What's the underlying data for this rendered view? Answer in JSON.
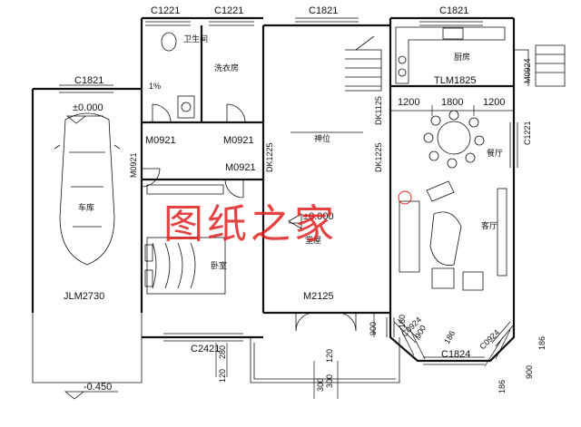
{
  "window_labels": {
    "top_1": "C1221",
    "top_2": "C1221",
    "top_3": "C1821",
    "top_4": "C1821",
    "garage_top": "C1821",
    "right_side": "C1221",
    "kitchen_side": "M0924",
    "bottom_bedroom": "C2421",
    "bay_left": "C0924",
    "bay_front": "C1824",
    "bay_right": "C0924"
  },
  "door_labels": {
    "garage_door": "JLM2730",
    "bath_door": "M0921",
    "laundry_door": "M0921",
    "garage_side_door": "M0921",
    "bedroom_door": "M0921",
    "entry_door": "M2125",
    "kitchen_door": "TLM1825",
    "opening_1": "DK1125",
    "opening_2": "DK1225",
    "opening_3": "DK1225"
  },
  "rooms": {
    "bathroom": "卫生间",
    "laundry": "洗衣房",
    "kitchen": "厨房",
    "dining": "餐厅",
    "living": "客厅",
    "hall": "堂屋",
    "bedroom": "卧室",
    "garage": "车库",
    "shrine": "神位"
  },
  "elevations": {
    "garage_floor": "±0.000",
    "main_floor": "±0.000",
    "exterior": "-0.450"
  },
  "slope": "1%",
  "dimensions": {
    "kitchen_left": "1200",
    "kitchen_mid": "1800",
    "kitchen_right": "1200",
    "bay_left_1": "180",
    "bay_left_2": "900",
    "bay_left_3": "186",
    "bay_right_1": "186",
    "bay_right_2": "900",
    "bay_right_3": "186",
    "side_900": "900",
    "porch_280": "280",
    "porch_120a": "120",
    "porch_120b": "120",
    "porch_300a": "300",
    "porch_300b": "300"
  },
  "watermark": "图纸之家"
}
